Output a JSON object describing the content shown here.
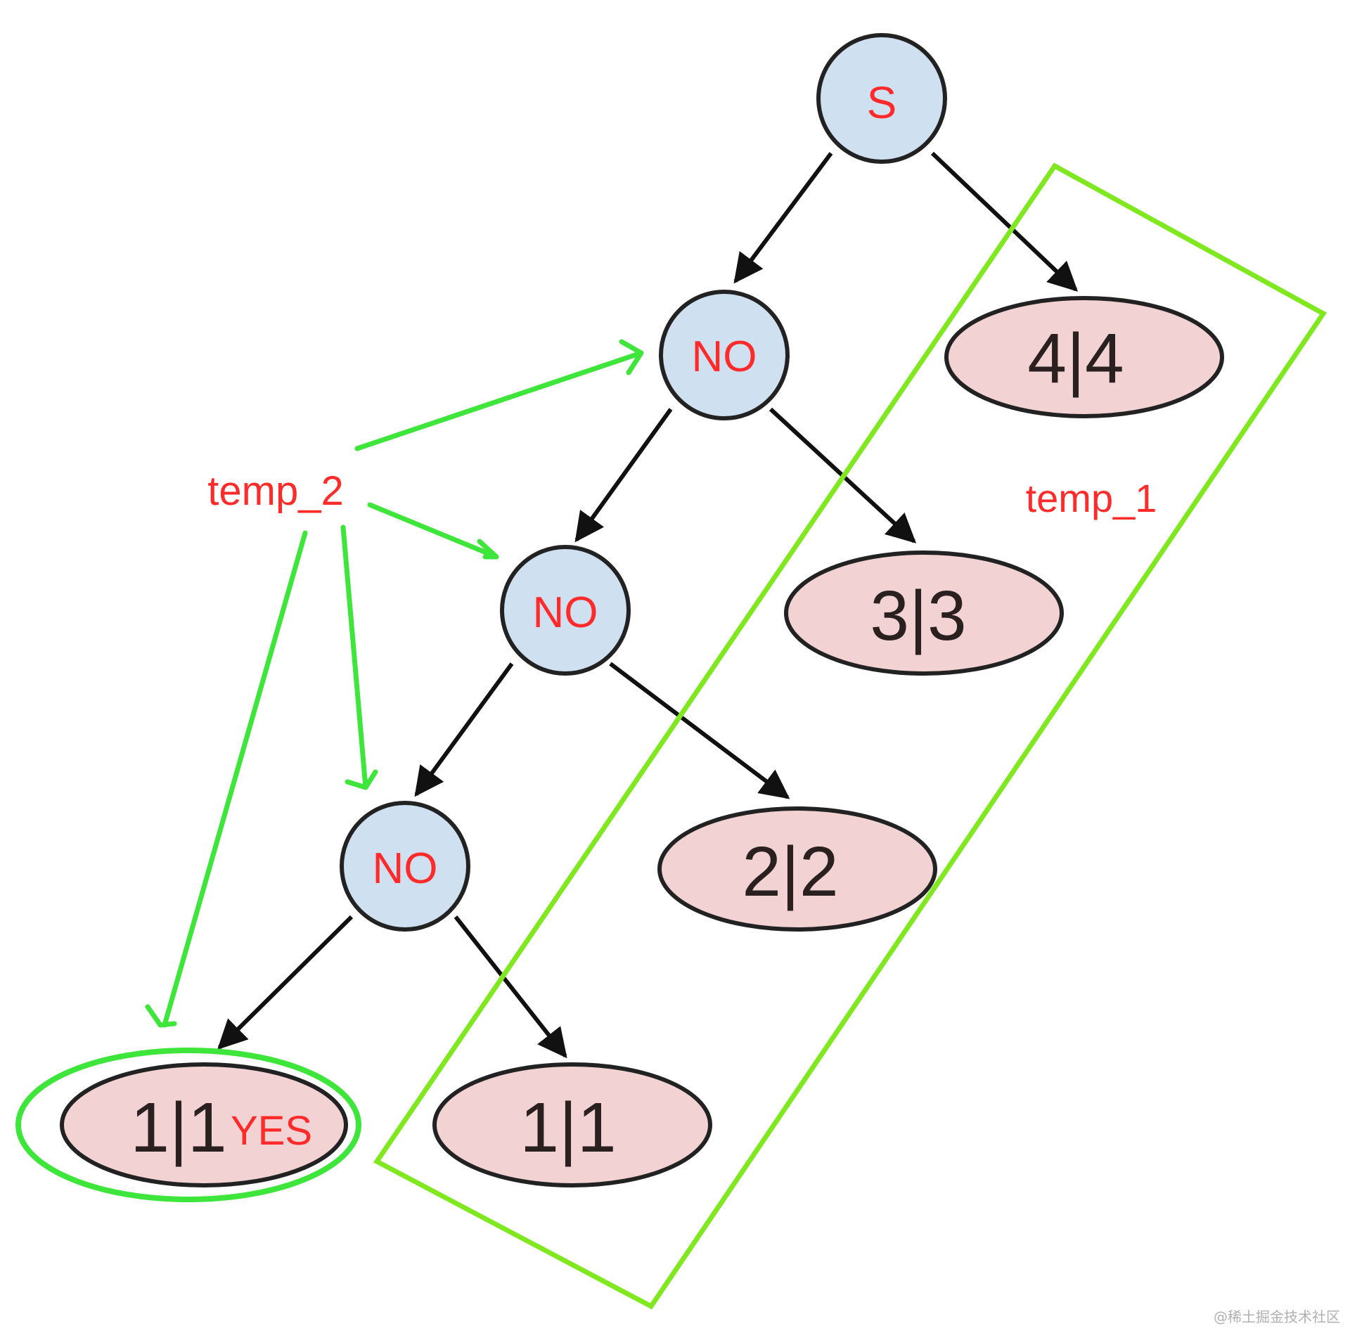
{
  "tree": {
    "nodes": [
      {
        "id": "root",
        "label": "S"
      },
      {
        "id": "no1",
        "label": "NO"
      },
      {
        "id": "leaf44",
        "label": "4|4"
      },
      {
        "id": "no2",
        "label": "NO"
      },
      {
        "id": "leaf33",
        "label": "3|3"
      },
      {
        "id": "no3",
        "label": "NO"
      },
      {
        "id": "leaf22",
        "label": "2|2"
      },
      {
        "id": "leaf11a",
        "label": "1|1"
      },
      {
        "id": "leaf11b",
        "label": "1|1"
      }
    ],
    "edges": [
      {
        "from": "root",
        "to": "no1"
      },
      {
        "from": "root",
        "to": "leaf44"
      },
      {
        "from": "no1",
        "to": "no2"
      },
      {
        "from": "no1",
        "to": "leaf33"
      },
      {
        "from": "no2",
        "to": "no3"
      },
      {
        "from": "no2",
        "to": "leaf22"
      },
      {
        "from": "no3",
        "to": "leaf11a"
      },
      {
        "from": "no3",
        "to": "leaf11b"
      }
    ]
  },
  "annotations": {
    "yes_label": "YES",
    "temp_1_label": "temp_1",
    "temp_2_label": "temp_2",
    "accent_color": "#7fe81f",
    "arrow_color": "#3ee53a",
    "text_color": "#ff2a2a"
  },
  "colors": {
    "internal_node_fill": "#cfe0f1",
    "leaf_node_fill": "#f2d2d2",
    "node_stroke": "#222222",
    "edge_color": "#111111"
  },
  "watermark": "@稀土掘金技术社区"
}
